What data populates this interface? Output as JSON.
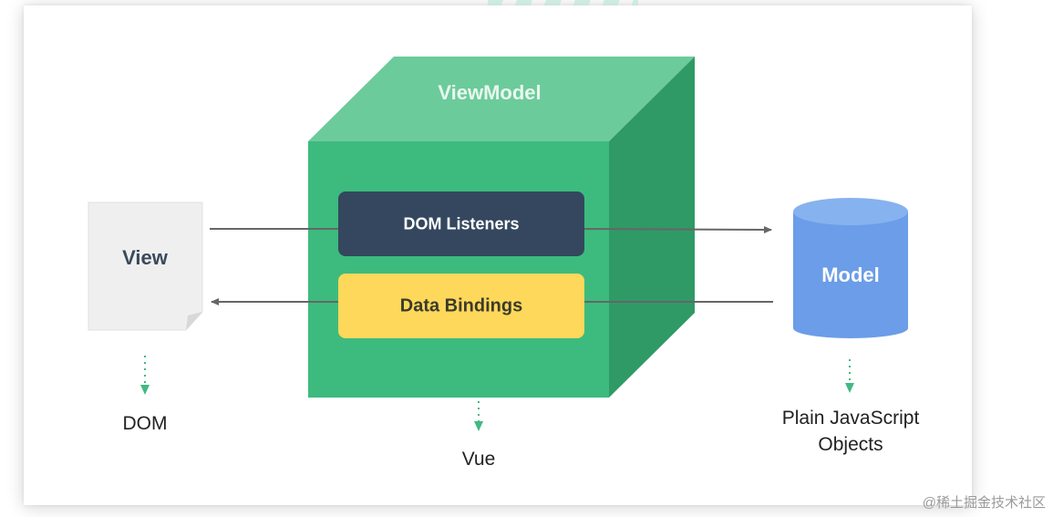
{
  "diagram": {
    "viewmodel_label": "ViewModel",
    "view_label": "View",
    "model_label": "Model",
    "dom_listeners_label": "DOM Listeners",
    "data_bindings_label": "Data Bindings",
    "dom_caption": "DOM",
    "vue_caption": "Vue",
    "plain_js_line1": "Plain JavaScript",
    "plain_js_line2": "Objects"
  },
  "watermark": "@稀土掘金技术社区",
  "colors": {
    "cube_front": "#3dbb7e",
    "cube_top": "#6ccb9b",
    "cube_side": "#2f9a66",
    "dom_listeners_box": "#34475e",
    "data_bindings_box": "#fdd85a",
    "model_cylinder": "#6b9de8",
    "view_document": "#f0f0f0",
    "arrow": "#666666",
    "dotted_arrow": "#42b983"
  }
}
